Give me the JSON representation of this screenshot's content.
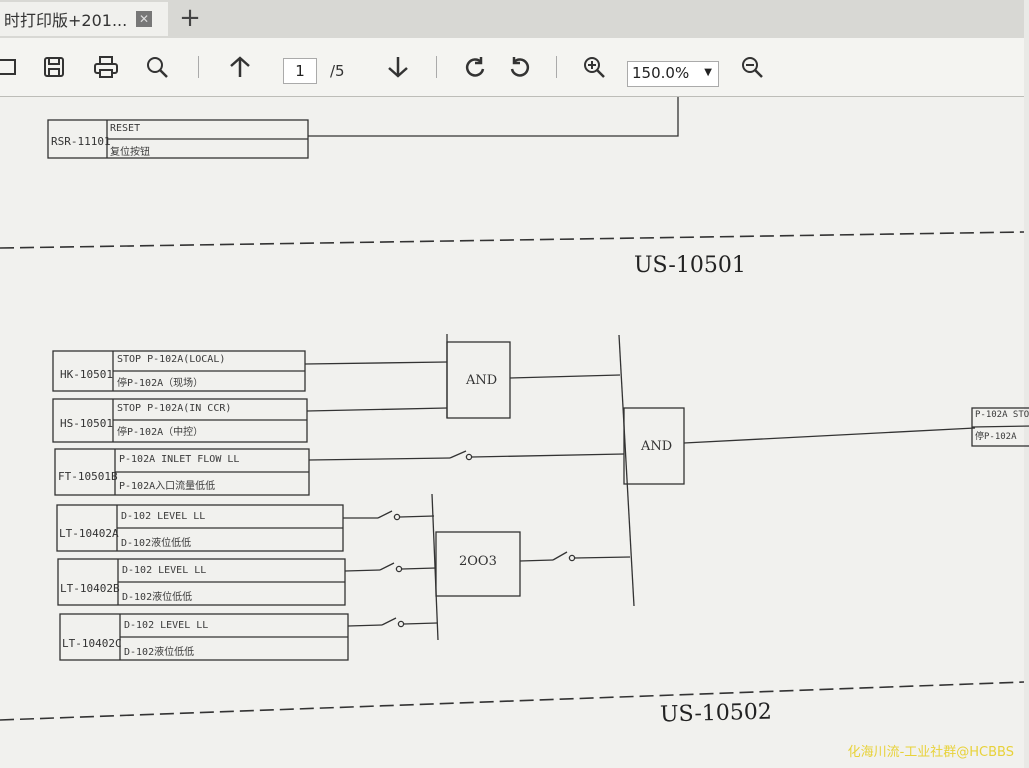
{
  "tab": {
    "title": "时打印版+201...",
    "close": "✕",
    "new": "+"
  },
  "toolbar": {
    "page_current": "1",
    "page_total": "/5",
    "zoom": "150.0%",
    "icons": [
      "open-icon",
      "save-icon",
      "print-icon",
      "search-icon",
      "page-up-icon",
      "page-down-icon",
      "rotate-cw-icon",
      "rotate-ccw-icon",
      "zoom-in-icon",
      "zoom-out-icon"
    ]
  },
  "document": {
    "reset_block": {
      "tag": "RSR-11101",
      "line1": "RESET",
      "line2": "复位按钮"
    },
    "section_1": "US-10501",
    "section_2": "US-10502",
    "inputs": [
      {
        "tag": "HK-10501",
        "line1": "STOP P-102A(LOCAL)",
        "line2": "停P-102A（现场）"
      },
      {
        "tag": "HS-10501",
        "line1": "STOP P-102A(IN CCR)",
        "line2": "停P-102A（中控）"
      },
      {
        "tag": "FT-10501B",
        "line1": "P-102A INLET FLOW LL",
        "line2": "P-102A入口流量低低"
      },
      {
        "tag": "LT-10402A",
        "line1": "D-102 LEVEL LL",
        "line2": "D-102液位低低"
      },
      {
        "tag": "LT-10402B",
        "line1": "D-102 LEVEL LL",
        "line2": "D-102液位低低"
      },
      {
        "tag": "LT-10402C",
        "line1": "D-102 LEVEL LL",
        "line2": "D-102液位低低"
      }
    ],
    "gates": {
      "and1": "AND",
      "and2": "AND",
      "vote": "2OO3"
    },
    "output": {
      "line1": "P-102A STO",
      "line2": "停P-102A"
    }
  },
  "watermark": "化海川流-工业社群@HCBBS"
}
